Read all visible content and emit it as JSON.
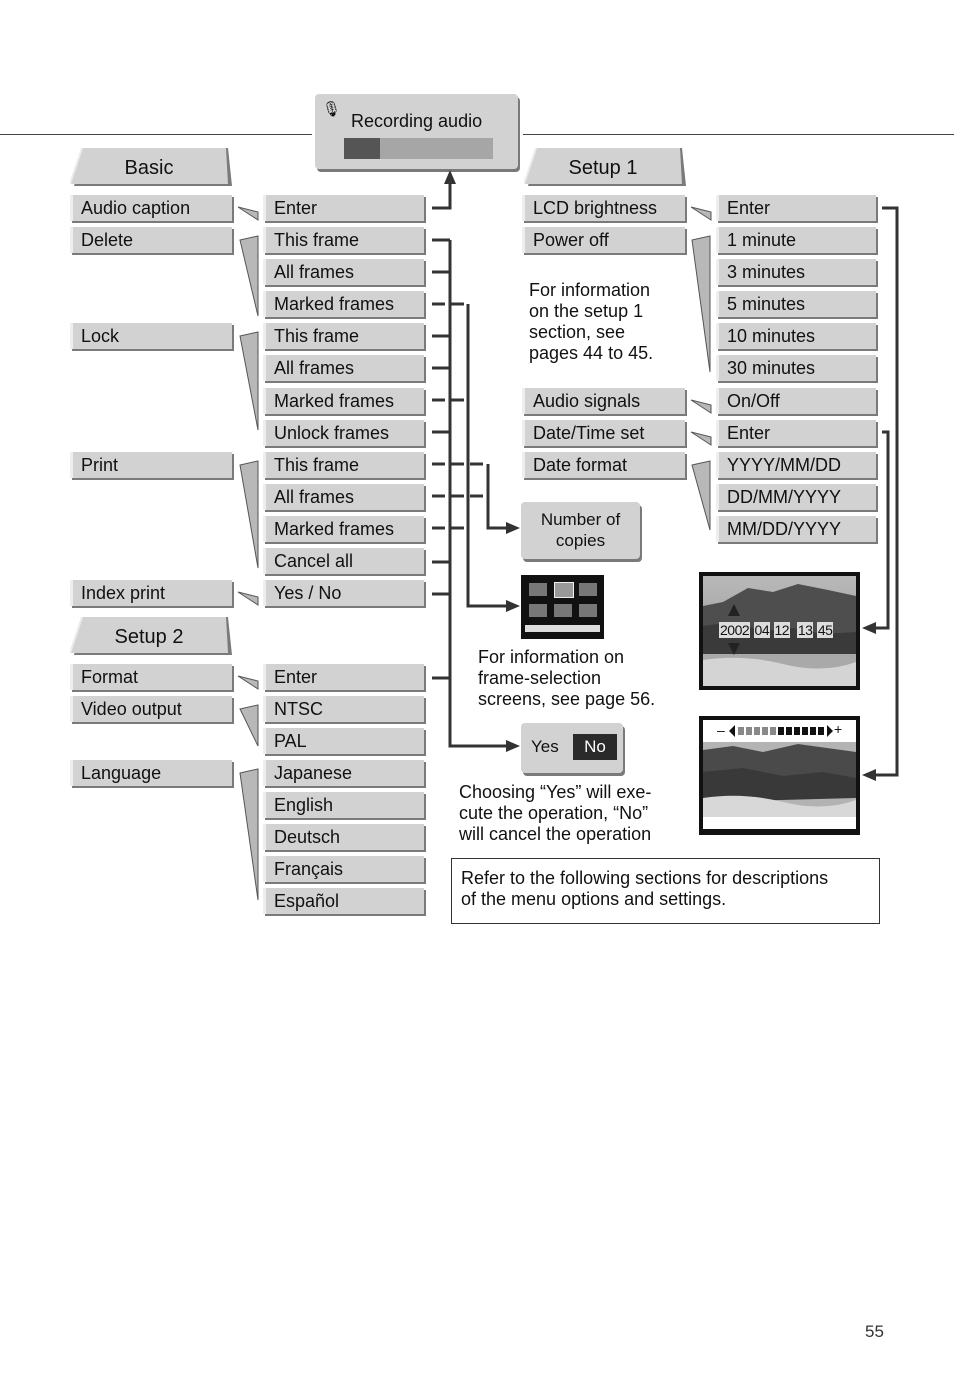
{
  "recording_popup": {
    "title": "Recording audio",
    "progress": 0.24
  },
  "basic": {
    "tab": "Basic",
    "items": [
      "Audio caption",
      "Delete",
      "Lock",
      "Print",
      "Index print"
    ]
  },
  "setup2": {
    "tab": "Setup 2",
    "items": [
      "Format",
      "Video output",
      "Language"
    ]
  },
  "options_left": [
    "Enter",
    "This frame",
    "All frames",
    "Marked frames",
    "This frame",
    "All frames",
    "Marked frames",
    "Unlock frames",
    "This frame",
    "All frames",
    "Marked frames",
    "Cancel all",
    "Yes / No"
  ],
  "options_setup2": [
    "Enter",
    "NTSC",
    "PAL",
    "Japanese",
    "English",
    "Deutsch",
    "Français",
    "Español"
  ],
  "setup1": {
    "tab": "Setup 1",
    "items": [
      "LCD brightness",
      "Power off",
      "Audio signals",
      "Date/Time set",
      "Date format"
    ],
    "options": [
      "Enter",
      "1 minute",
      "3 minutes",
      "5 minutes",
      "10 minutes",
      "30 minutes",
      "On/Off",
      "Enter",
      "YYYY/MM/DD",
      "DD/MM/YYYY",
      "MM/DD/YYYY"
    ],
    "info_note": [
      "For information",
      "on the setup 1",
      "section, see",
      "pages 44 to 45."
    ]
  },
  "copies_popup": [
    "Number of",
    "copies"
  ],
  "frame_note": [
    "For information on",
    "frame-selection",
    "screens, see page 56."
  ],
  "yesno_popup": {
    "yes": "Yes",
    "no": "No"
  },
  "yesno_note": [
    "Choosing “Yes” will exe-",
    "cute the operation, “No”",
    "will cancel the operation"
  ],
  "date_screen": {
    "year": "2002",
    "month": "04",
    "day": "12",
    "hour": "13",
    "minute": "45"
  },
  "brightness_screen": {
    "minus": "–",
    "plus": "+"
  },
  "refer_note": [
    "Refer to the following sections for descriptions",
    "of the menu options and settings."
  ],
  "page_number": "55",
  "colors": {
    "box": "#d2d2d2",
    "shadow": "#7a7a7a",
    "line": "#333333"
  }
}
